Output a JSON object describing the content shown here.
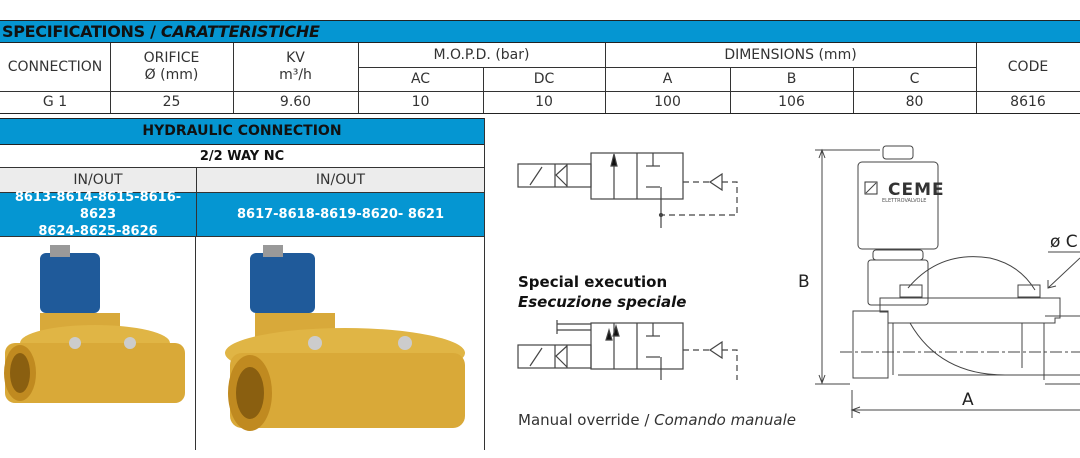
{
  "specs": {
    "title": "SPECIFICATIONS / ",
    "title_italic": "CARATTERISTICHE",
    "headers": {
      "connection": "CONNECTION",
      "orifice": "ORIFICE",
      "orifice_unit": "Ø (mm)",
      "kv": "KV",
      "kv_unit": "m³/h",
      "mopd": "M.O.P.D. (bar)",
      "ac": "AC",
      "dc": "DC",
      "dimensions": "DIMENSIONS (mm)",
      "a": "A",
      "b": "B",
      "c": "C",
      "code": "CODE"
    },
    "row": {
      "connection": "G 1",
      "orifice": "25",
      "kv": "9.60",
      "ac": "10",
      "dc": "10",
      "a": "100",
      "b": "106",
      "c": "80",
      "code": "8616"
    }
  },
  "hydraulic": {
    "title": "HYDRAULIC CONNECTION",
    "subtitle": "2/2 WAY NC",
    "col1": {
      "label": "IN/OUT",
      "codes_line1": "8613-8614-8615-8616-8623",
      "codes_line2": "8624-8625-8626"
    },
    "col2": {
      "label": "IN/OUT",
      "codes": "8617-8618-8619-8620- 8621"
    }
  },
  "schematic": {
    "special_title": "Special execution",
    "special_title_it": "Esecuzione speciale",
    "manual": "Manual override / ",
    "manual_it": "Comando manuale"
  },
  "drawing": {
    "label_b": "B",
    "label_a": "A",
    "label_c": "ø C",
    "brand": "CEME",
    "brand_sub": "ELETTROVALVOLE"
  }
}
